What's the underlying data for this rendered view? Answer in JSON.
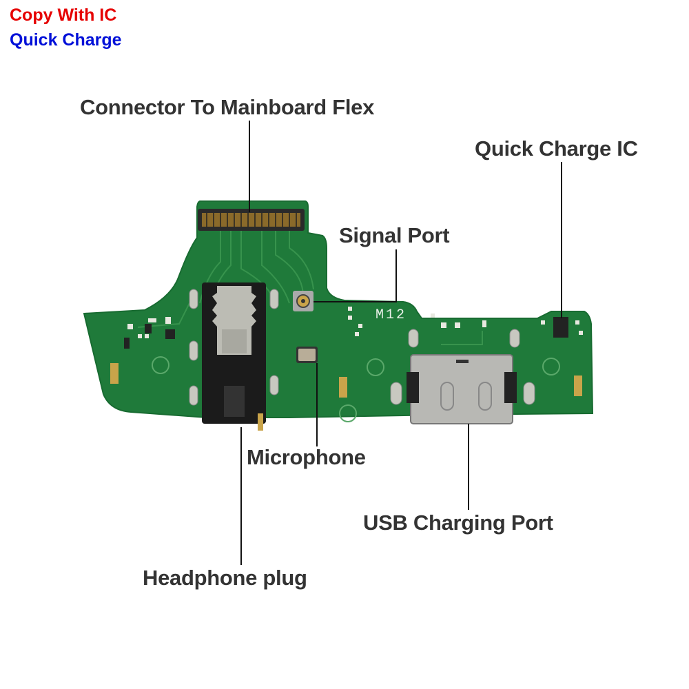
{
  "badges": {
    "copy": "Copy With IC",
    "quick": "Quick Charge"
  },
  "colors": {
    "copy": "#e60000",
    "quick": "#0010d8",
    "label": "#333333",
    "pcb": "#1f7a3a"
  },
  "board": {
    "silkscreen": "M12"
  },
  "labels": {
    "connector": "Connector To Mainboard Flex",
    "qc_ic": "Quick Charge IC",
    "signal": "Signal Port",
    "mic": "Microphone",
    "usb": "USB Charging Port",
    "headphone": "Headphone plug"
  }
}
